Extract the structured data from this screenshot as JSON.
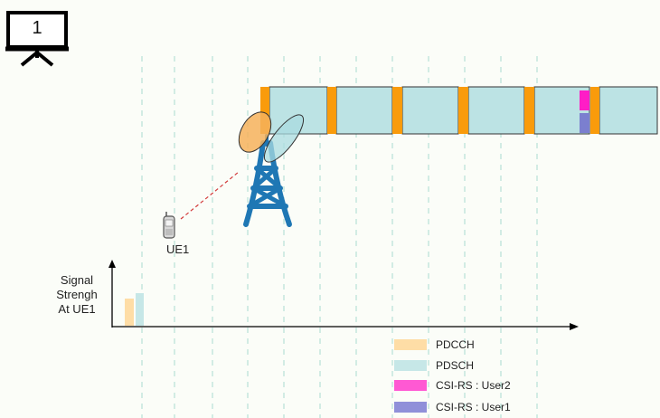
{
  "slide": {
    "number": "1"
  },
  "ue": {
    "label": "UE1"
  },
  "signal_axis": {
    "label_line1": "Signal",
    "label_line2": "Strengh",
    "label_line3": "At UE1"
  },
  "legend": [
    {
      "label": "PDCCH",
      "color": "#fedda6"
    },
    {
      "label": "PDSCH",
      "color": "#c6e7e7"
    },
    {
      "label": "CSI-RS : User2",
      "color": "#ff59d3"
    },
    {
      "label": "CSI-RS : User1",
      "color": "#9090d9"
    }
  ],
  "colors": {
    "pdcch_slot": "#f99b0b",
    "pdsch": "#bce3e4",
    "tower": "#1f77b4",
    "beam_orange": "#f6b25c",
    "beam_teal": "#a9dbe0",
    "csi_user2": "#ff1dc6",
    "csi_user1": "#7b7fcf",
    "link": "#d23b3b"
  },
  "signal_bars": [
    {
      "channel": "PDCCH",
      "level": 0.45
    },
    {
      "channel": "PDSCH",
      "level": 0.55
    }
  ]
}
